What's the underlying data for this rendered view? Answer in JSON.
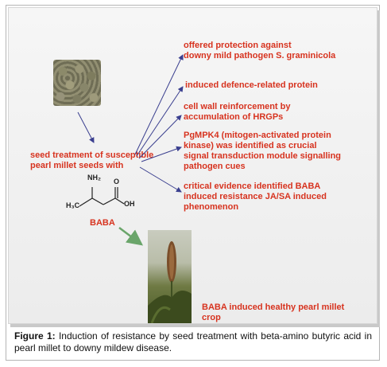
{
  "colors": {
    "label_red": "#d7331f",
    "arrow_blue": "#3a3f8f",
    "arrow_green": "#6aa56a"
  },
  "source": {
    "label_line1": "seed treatment of susceptible",
    "label_line2": "pearl millet seeds with"
  },
  "chemical": {
    "amine": "NH₂",
    "methyl": "H₃C",
    "carbonyl_o": "O",
    "hydroxyl": "OH",
    "name": "BABA"
  },
  "effects": [
    {
      "text": "offered protection against\ndowny mild pathogen S. graminicola"
    },
    {
      "text": "induced defence-related protein"
    },
    {
      "text": "cell wall reinforcement by\naccumulation of HRGPs"
    },
    {
      "text": "PgMPK4 (mitogen-activated protein\nkinase) was identified as crucial\nsignal transduction module signalling\npathogen cues"
    },
    {
      "text": "critical evidence identified BABA\ninduced resistance JA/SA induced\nphenomenon"
    }
  ],
  "result": {
    "text": "BABA induced healthy pearl millet\ncrop"
  },
  "caption": {
    "label": "Figure 1:",
    "text": " Induction of resistance by seed treatment with beta-amino butyric acid in pearl millet to downy mildew disease."
  }
}
